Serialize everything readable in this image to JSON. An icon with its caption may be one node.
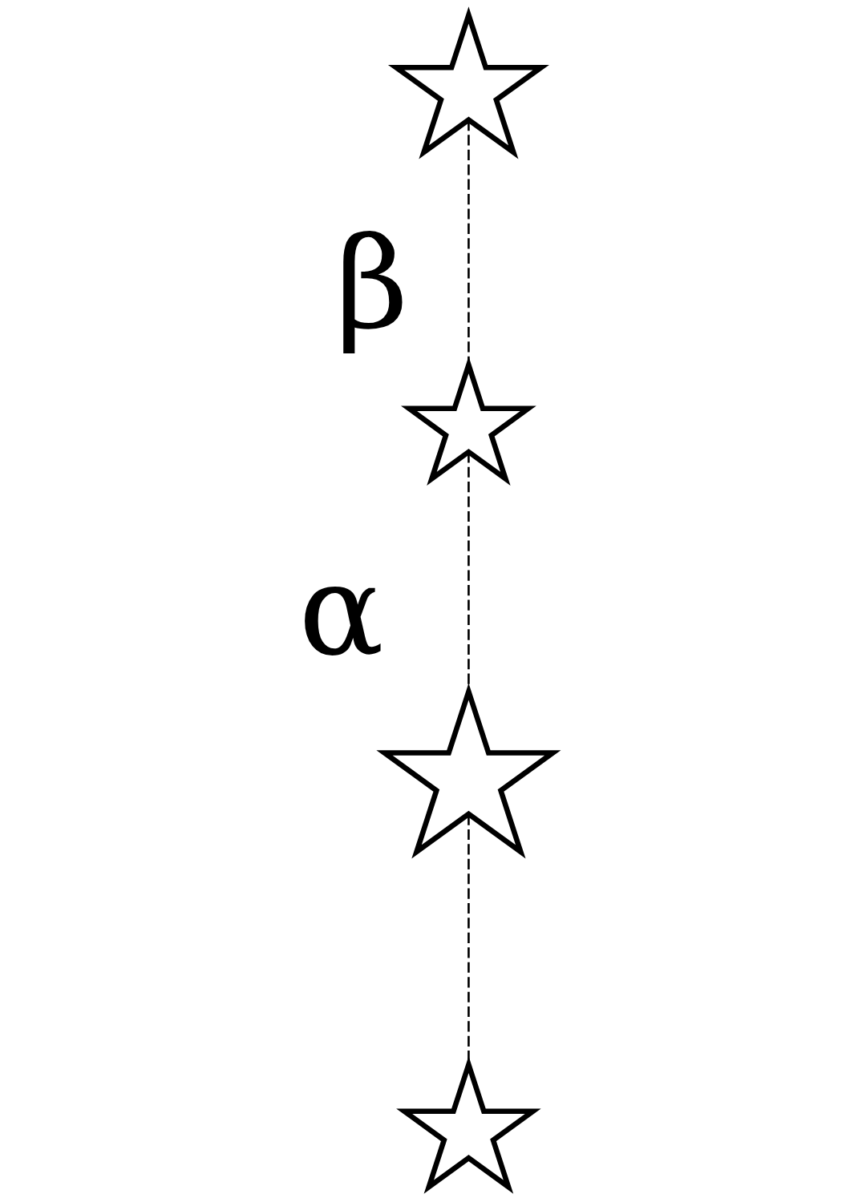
{
  "diagram": {
    "nodes": [
      {
        "text": [],
        "shape": "star"
      },
      {
        "text": [],
        "shape": "star",
        "beside": [
          "β"
        ]
      },
      {
        "text": [],
        "shape": "star",
        "beside": [
          "α"
        ]
      },
      {
        "text": [],
        "shape": "star"
      }
    ],
    "edges": [
      {
        "from": 0,
        "to": 1,
        "arrow": "none",
        "style": "dashed"
      },
      {
        "from": 1,
        "to": 2,
        "arrow": "none",
        "style": "dashed"
      },
      {
        "from": 2,
        "to": 3,
        "arrow": "none",
        "style": "dashed"
      }
    ]
  }
}
